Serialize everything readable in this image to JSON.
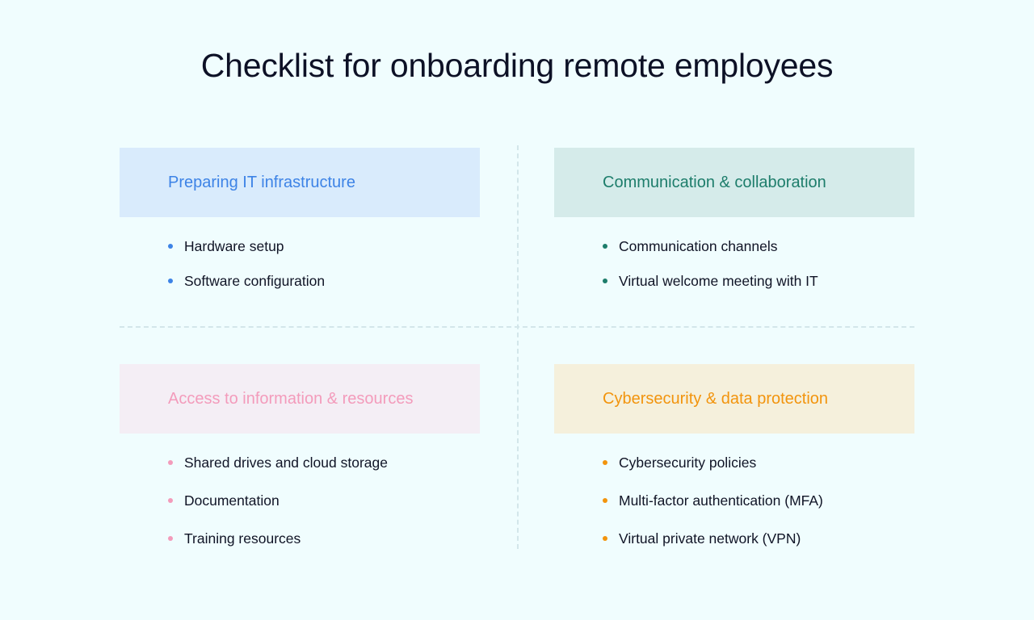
{
  "title": "Checklist for onboarding remote employees",
  "quadrants": [
    {
      "heading": "Preparing IT infrastructure",
      "color": "#3d83e6",
      "background": "#d9ebfc",
      "items": [
        "Hardware setup",
        "Software configuration"
      ]
    },
    {
      "heading": "Communication & collaboration",
      "color": "#1d7d6b",
      "background": "#d5ebea",
      "items": [
        "Communication channels",
        "Virtual welcome meeting with IT"
      ]
    },
    {
      "heading": "Access to information & resources",
      "color": "#f39bbb",
      "background": "#f4eef5",
      "items": [
        "Shared drives and cloud storage",
        "Documentation",
        "Training resources"
      ]
    },
    {
      "heading": "Cybersecurity & data protection",
      "color": "#f2940d",
      "background": "#f5f0dc",
      "items": [
        "Cybersecurity policies",
        "Multi-factor authentication (MFA)",
        "Virtual private network (VPN)"
      ]
    }
  ]
}
